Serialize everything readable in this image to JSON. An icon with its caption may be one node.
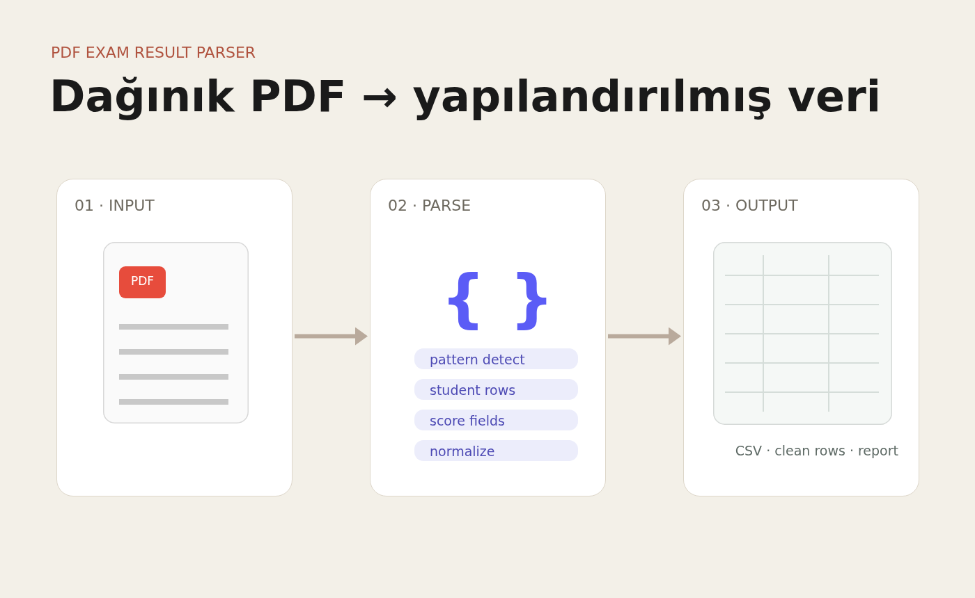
{
  "diagram": {
    "title": "Dağınık PDF → yapılandırılmış veri",
    "nodes": [
      {
        "text": [
          "01 · INPUT"
        ]
      },
      {
        "text": [
          "PDF"
        ],
        "in": 0
      },
      {
        "text": [
          "02 · PARSE",
          "{ }"
        ]
      },
      {
        "text": [
          "pattern detect"
        ],
        "in": 2
      },
      {
        "text": [
          "student rows"
        ],
        "in": 2
      },
      {
        "text": [
          "score fields"
        ],
        "in": 2
      },
      {
        "text": [
          "normalize"
        ],
        "in": 2
      },
      {
        "text": [
          "03 · OUTPUT",
          "CSV · clean rows · report"
        ]
      }
    ],
    "edges": [
      {
        "from": 0,
        "to": 2,
        "arrow": "to"
      },
      {
        "from": 2,
        "to": 7,
        "arrow": "to"
      }
    ],
    "labels": [
      "PDF EXAM RESULT PARSER"
    ]
  }
}
